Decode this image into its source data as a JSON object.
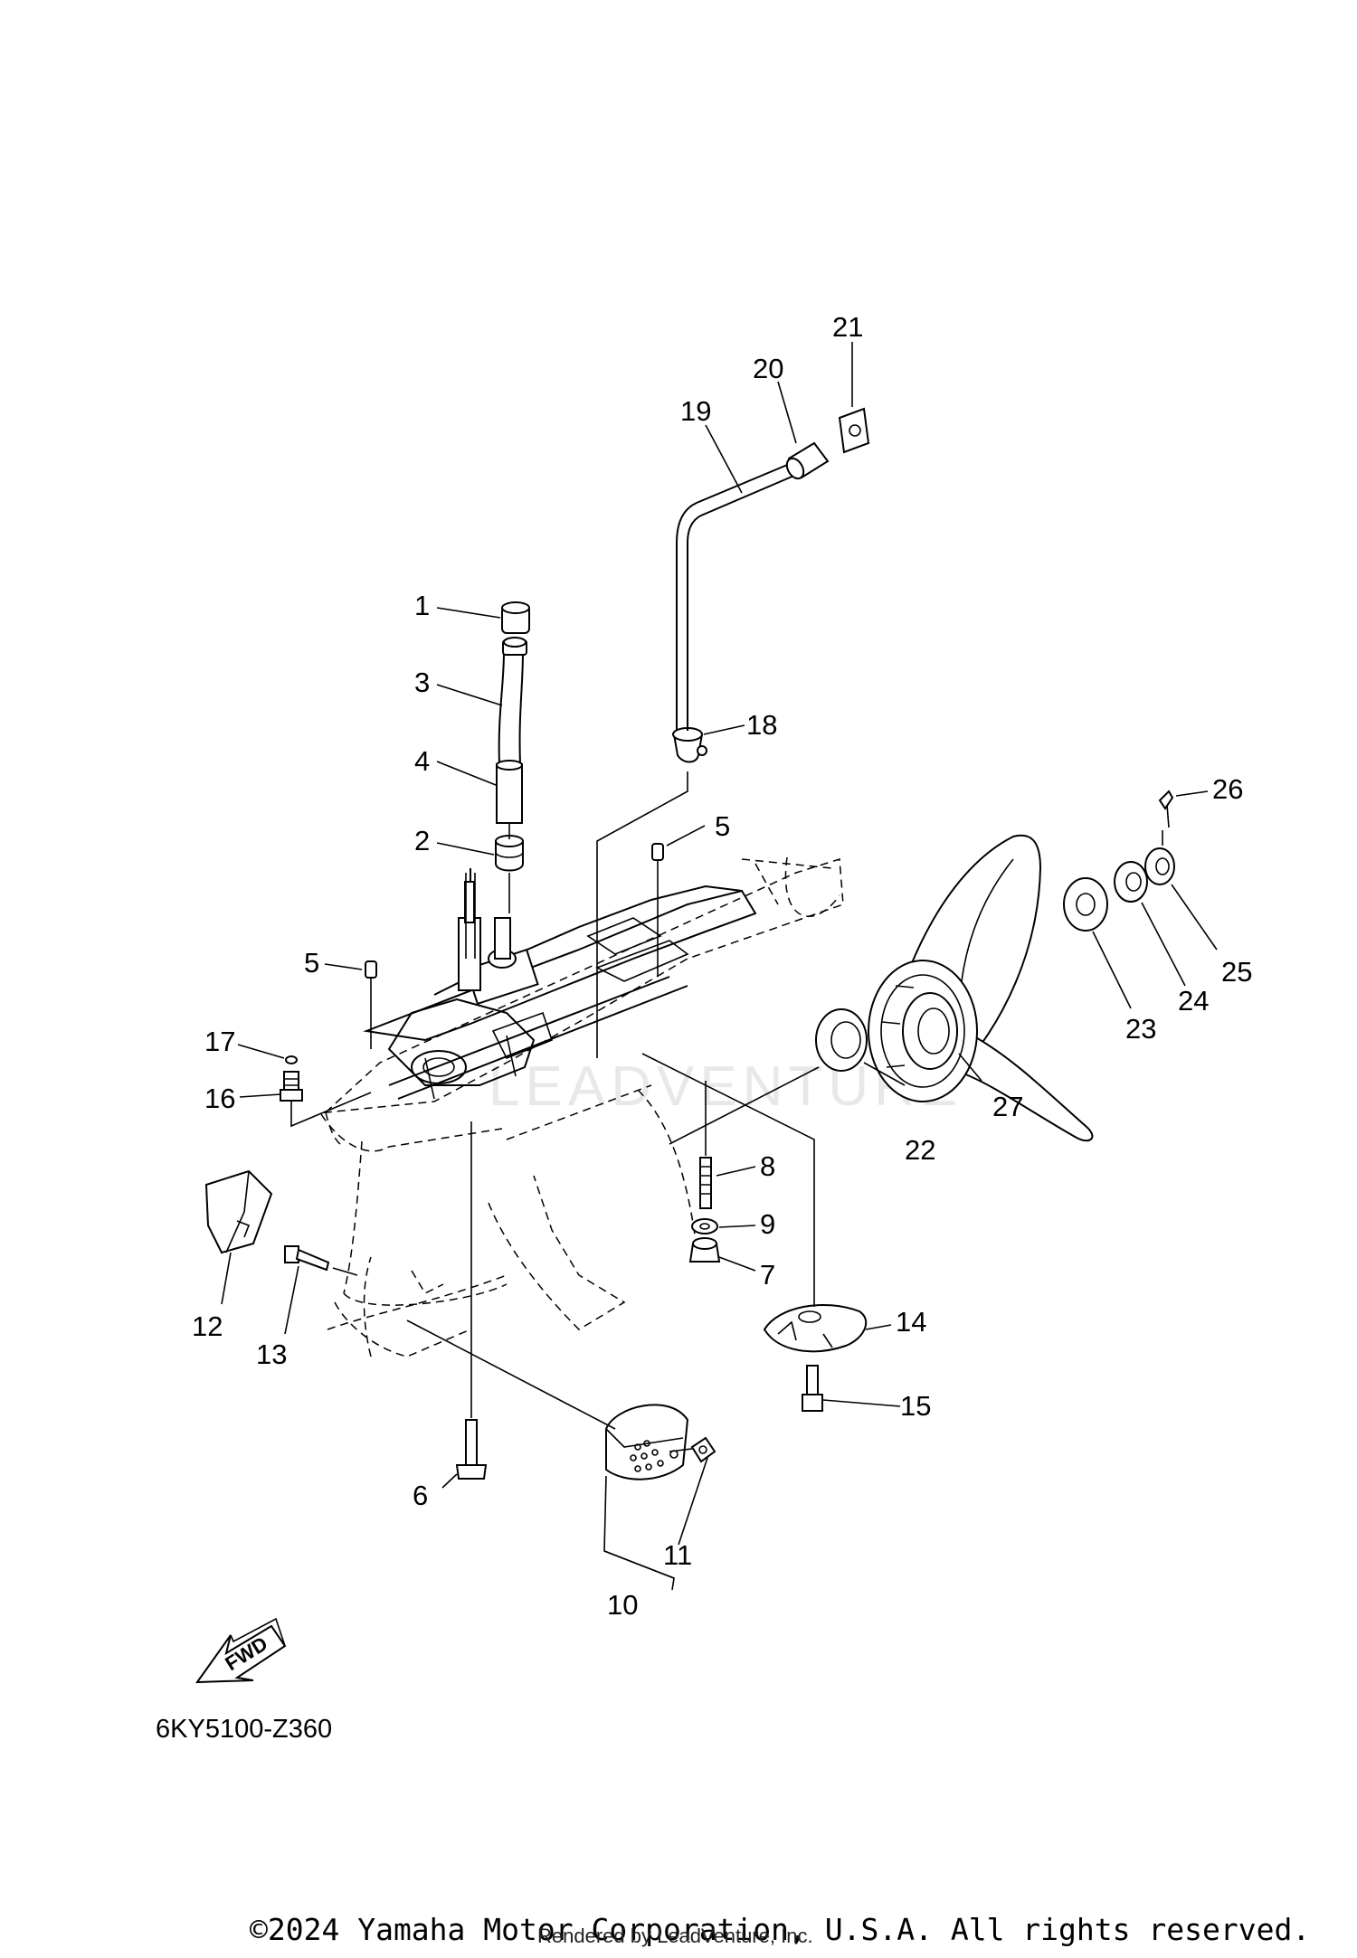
{
  "diagram": {
    "code": "6KY5100-Z360",
    "fwd_label": "FWD",
    "copyright": "©2024 Yamaha Motor Corporation, U.S.A. All rights reserved.",
    "credit": "Rendered by LeadVenture, Inc.",
    "watermark": "LEADVENTURE"
  },
  "callouts": {
    "c1": "1",
    "c2": "2",
    "c3": "3",
    "c4": "4",
    "c5a": "5",
    "c5b": "5",
    "c6": "6",
    "c7": "7",
    "c8": "8",
    "c9": "9",
    "c10": "10",
    "c11": "11",
    "c12": "12",
    "c13": "13",
    "c14": "14",
    "c15": "15",
    "c16": "16",
    "c17": "17",
    "c18": "18",
    "c19": "19",
    "c20": "20",
    "c21": "21",
    "c22": "22",
    "c23": "23",
    "c24": "24",
    "c25": "25",
    "c26": "26",
    "c27": "27"
  }
}
